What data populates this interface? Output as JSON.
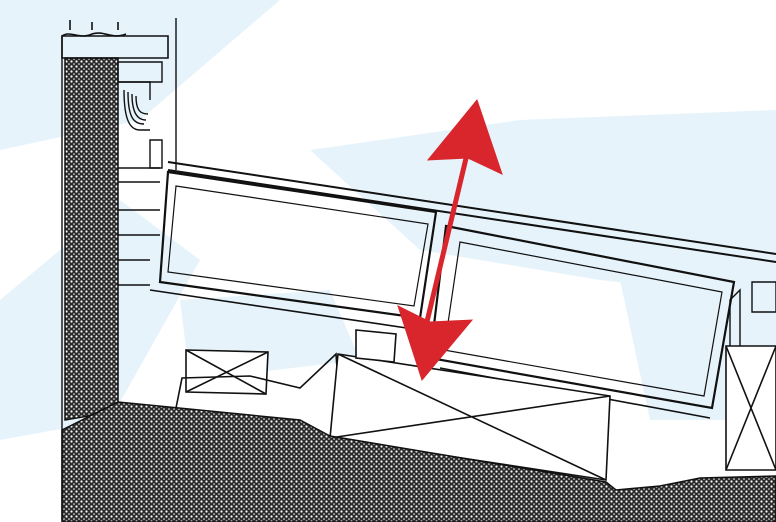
{
  "diagram": {
    "type": "technical-section-drawing",
    "colors": {
      "background": "#ffffff",
      "watermark": "#e6f3fb",
      "line": "#111111",
      "concrete": "#1a1a1a",
      "arrow": "#d9262c"
    },
    "elements": {
      "arrow": {
        "icon": "double-headed-arrow-icon",
        "direction": "up-down"
      },
      "concrete_wall": {
        "hatch": "crosshatch-dense"
      },
      "concrete_slab": {
        "hatch": "crosshatch-dense"
      },
      "panels": {
        "count": 2
      },
      "supports": {
        "count": 3
      }
    }
  }
}
